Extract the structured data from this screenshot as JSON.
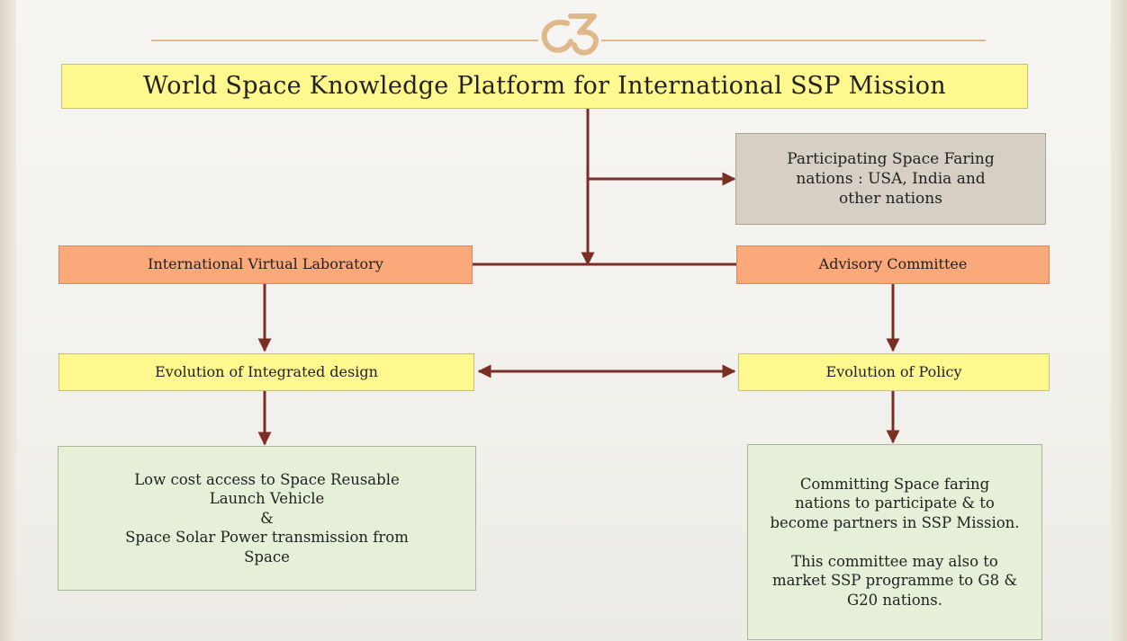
{
  "diagram": {
    "title": "World Space Knowledge Platform for International SSP Mission",
    "participating_nations": "Participating Space Faring\nnations : USA, India and\nother nations",
    "virtual_lab": "International Virtual Laboratory",
    "advisory_committee": "Advisory Committee",
    "integrated_design": "Evolution of Integrated design",
    "policy": "Evolution of Policy",
    "low_cost_access": "Low cost access to Space Reusable\nLaunch Vehicle\n&\nSpace Solar Power transmission from\nSpace",
    "committing_nations": "Committing  Space faring\nnations to participate & to\nbecome partners in SSP Mission.\n\nThis committee may also to\nmarket SSP programme to G8 &\nG20 nations."
  },
  "colors": {
    "yellow": "#fef88f",
    "orange": "#fba97a",
    "gray": "#d5d0c3",
    "green": "#e6efd8",
    "arrow": "#7b2e24",
    "accent": "#e0b98a"
  }
}
